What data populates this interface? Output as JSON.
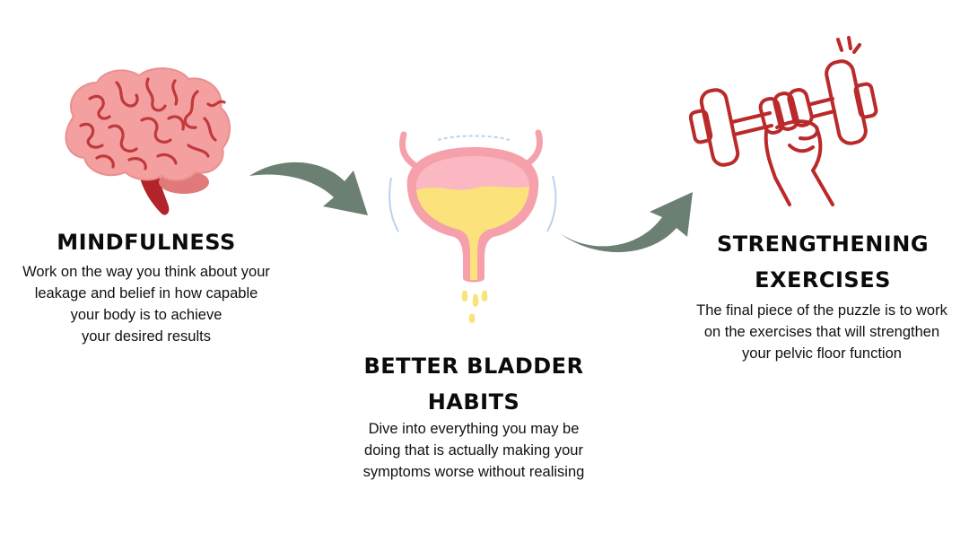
{
  "colors": {
    "brain_pink": "#f4a0a0",
    "brain_outline": "#c0393b",
    "brain_stem": "#b3232a",
    "cerebellum": "#e07a7a",
    "arrow_gray": "#6b7f73",
    "bladder_pink": "#f5a0aa",
    "bladder_inner_pink": "#fbb8c2",
    "urine_yellow": "#fbe27a",
    "dumbbell_red": "#bb2a2a",
    "text": "#111111"
  },
  "steps": [
    {
      "icon": "brain-icon",
      "title": "MINDFULNESS",
      "desc_lines": [
        "Work on the way you think about your",
        "leakage and belief in how capable",
        "your body is to achieve",
        "your desired results"
      ]
    },
    {
      "icon": "bladder-icon",
      "title_lines": [
        "BETTER BLADDER",
        "HABITS"
      ],
      "desc_lines": [
        "Dive into everything you may be",
        "doing that is actually making your",
        "symptoms worse without realising"
      ]
    },
    {
      "icon": "dumbbell-fist-icon",
      "title_lines": [
        "STRENGTHENING",
        "EXERCISES"
      ],
      "desc_lines": [
        "The final piece of the puzzle is to work",
        "on the exercises that will strengthen",
        "your pelvic floor function"
      ]
    }
  ]
}
